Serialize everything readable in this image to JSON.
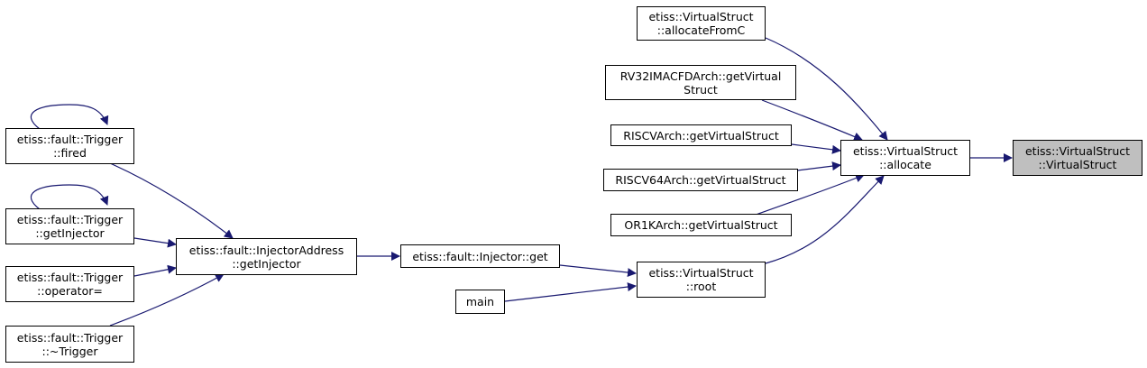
{
  "colors": {
    "edge": "#191970",
    "node_border": "#000000",
    "node_fill": "#ffffff",
    "focus_fill": "#bfbfbf"
  },
  "nodes": {
    "allocateFromC": [
      "etiss::VirtualStruct",
      "::allocateFromC"
    ],
    "rv32": [
      "RV32IMACFDArch::getVirtual",
      "Struct"
    ],
    "riscv": [
      "RISCVArch::getVirtualStruct"
    ],
    "riscv64": [
      "RISCV64Arch::getVirtualStruct"
    ],
    "or1k": [
      "OR1KArch::getVirtualStruct"
    ],
    "allocate": [
      "etiss::VirtualStruct",
      "::allocate"
    ],
    "virtualStruct": [
      "etiss::VirtualStruct",
      "::VirtualStruct"
    ],
    "root": [
      "etiss::VirtualStruct",
      "::root"
    ],
    "main": [
      "main"
    ],
    "injectorGet": [
      "etiss::fault::Injector::get"
    ],
    "getInjector": [
      "etiss::fault::InjectorAddress",
      "::getInjector"
    ],
    "triggerFired": [
      "etiss::fault::Trigger",
      "::fired"
    ],
    "triggerGetInjector": [
      "etiss::fault::Trigger",
      "::getInjector"
    ],
    "triggerOperator": [
      "etiss::fault::Trigger",
      "::operator="
    ],
    "triggerDestructor": [
      "etiss::fault::Trigger",
      "::~Trigger"
    ]
  }
}
